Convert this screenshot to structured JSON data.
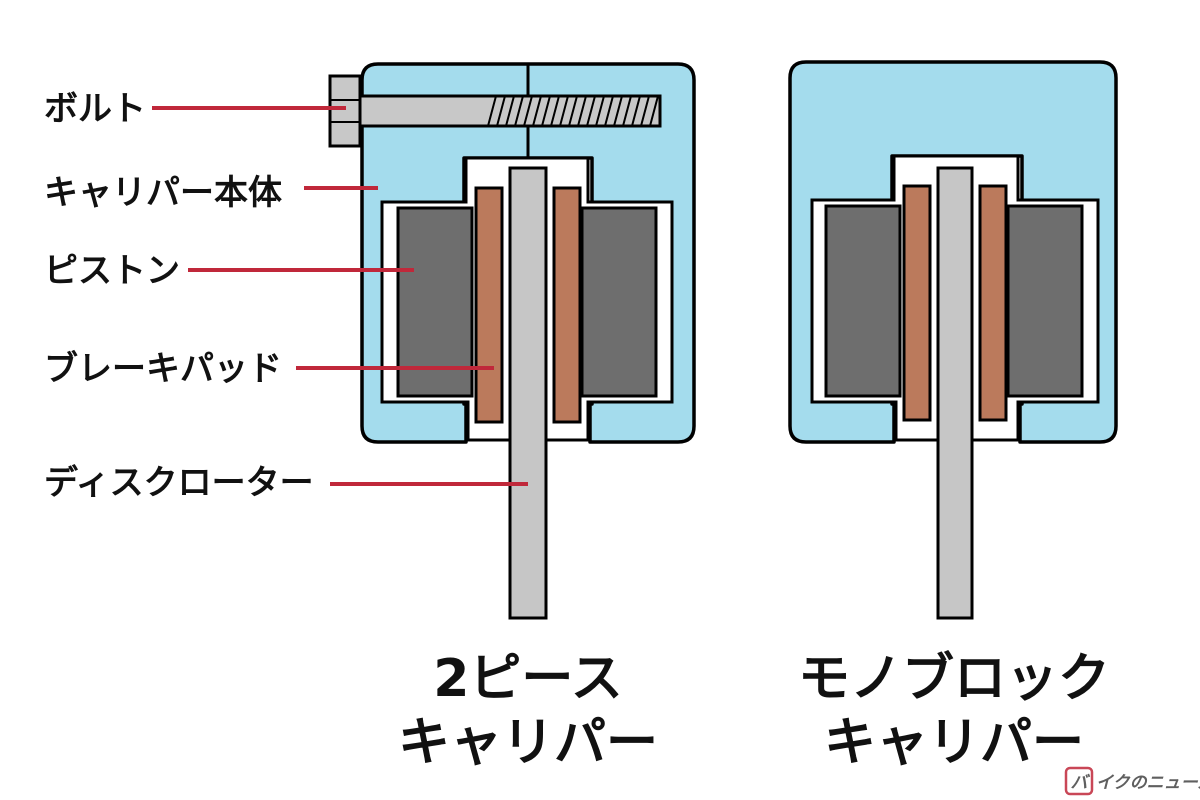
{
  "labels": {
    "bolt": "ボルト",
    "caliper_body": "キャリパー本体",
    "piston": "ピストン",
    "brake_pad": "ブレーキパッド",
    "disc_rotor": "ディスクローター"
  },
  "captions": {
    "two_piece_line1": "2ピース",
    "two_piece_line2": "キャリパー",
    "monoblock_line1": "モノブロック",
    "monoblock_line2": "キャリパー"
  },
  "watermark": {
    "logo_letter": "バ",
    "text": "イクのニュース"
  },
  "colors": {
    "caliper_body": "#a4dced",
    "piston": "#6e6e6e",
    "brake_pad": "#bb7a5c",
    "disc_rotor": "#c6c6c6",
    "bolt": "#c8c8c8",
    "leader_line": "#c0283a",
    "watermark_accent": "#c0283a"
  }
}
